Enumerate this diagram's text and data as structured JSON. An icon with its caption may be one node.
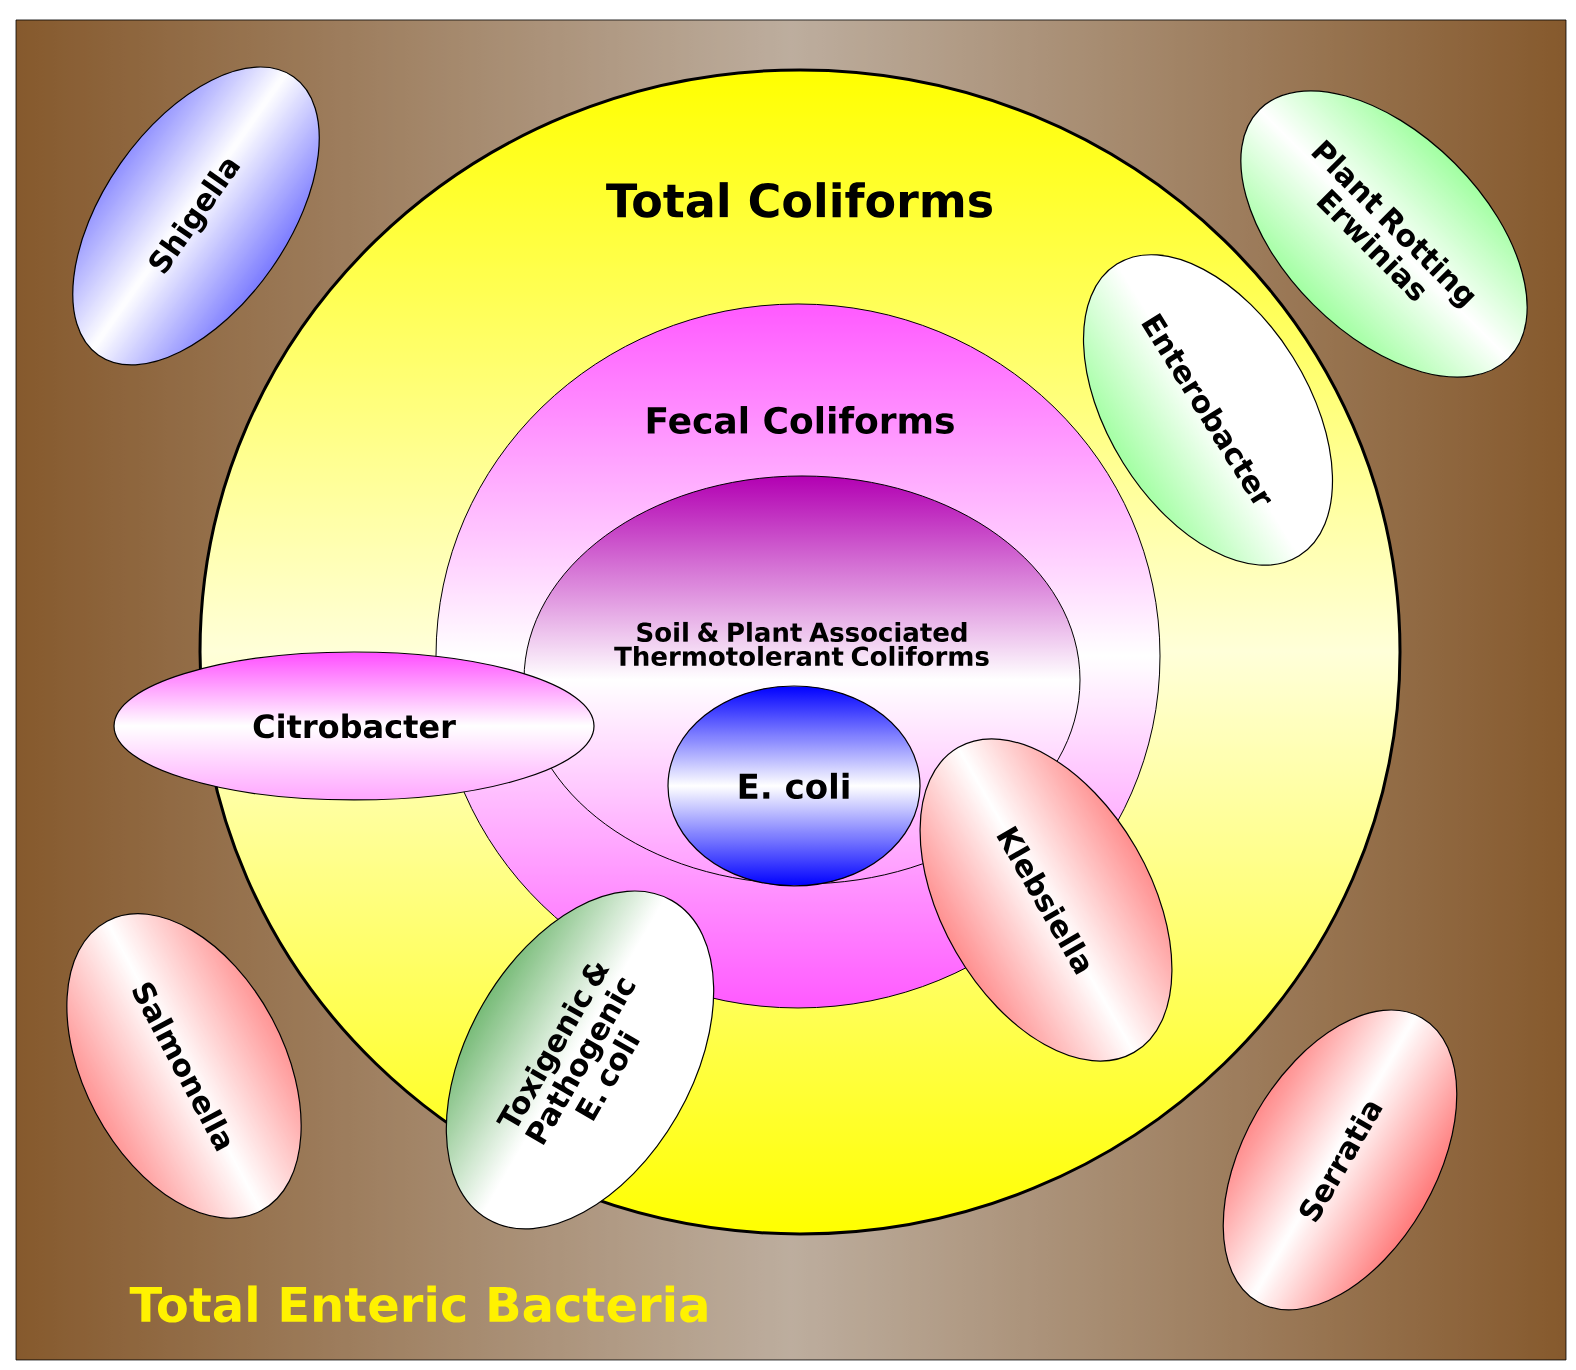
{
  "diagram": {
    "nodes": [
      {
        "text": [
          "Total Enteric Bacteria"
        ]
      },
      {
        "text": [
          "Total Coliforms"
        ],
        "in": 0
      },
      {
        "text": [
          "Fecal Coliforms"
        ],
        "in": 1
      },
      {
        "text": [
          "Soil & Plant Associated Thermotolerant Coliforms"
        ],
        "in": 2
      },
      {
        "text": [
          "E. coli"
        ],
        "in": 3
      },
      {
        "text": [
          "Shigella"
        ],
        "in": 0
      },
      {
        "text": [
          "Plant Rotting Erwinias"
        ],
        "in": 0
      },
      {
        "text": [
          "Enterobacter"
        ],
        "in": 1
      },
      {
        "text": [
          "Citrobacter"
        ],
        "in": 0
      },
      {
        "text": [
          "Klebsiella"
        ],
        "in": 1
      },
      {
        "text": [
          "Salmonella"
        ],
        "in": 0
      },
      {
        "text": [
          "Toxigenic & Pathogenic E. coli"
        ],
        "in": 1
      },
      {
        "text": [
          "Serratia"
        ],
        "in": 0
      }
    ]
  }
}
